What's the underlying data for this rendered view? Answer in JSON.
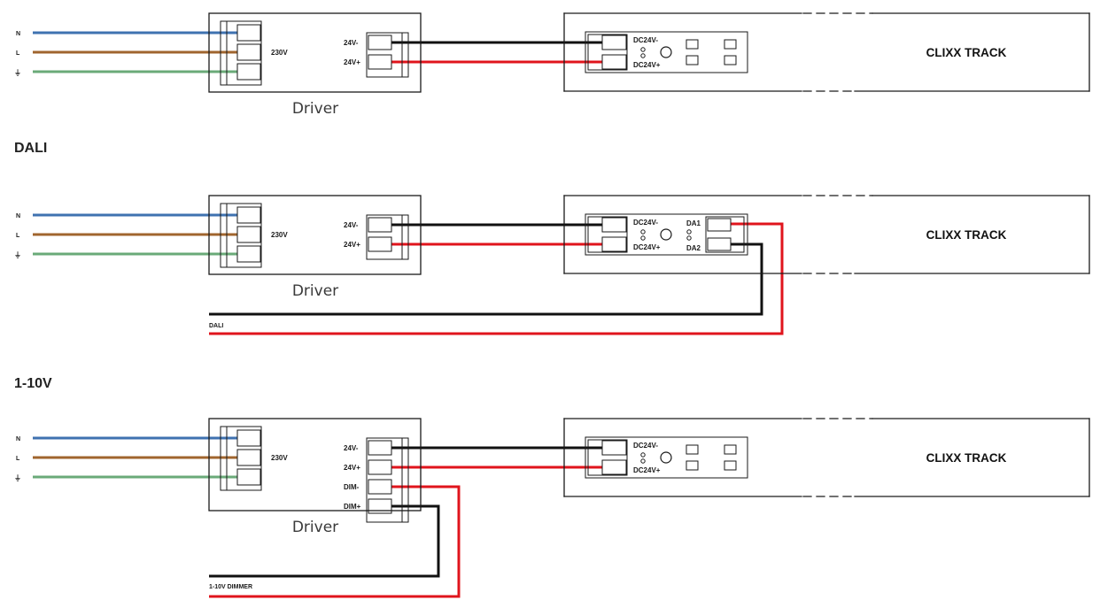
{
  "colors": {
    "neutral": "#3f72b0",
    "live": "#a0652e",
    "earth": "#6aaa78",
    "negative": "#111111",
    "positive": "#e0141c",
    "outline": "#1a1a1a"
  },
  "labels": {
    "neutral": "N",
    "live": "L",
    "earth": "⏚",
    "mains": "230V",
    "driver": "Driver",
    "out_neg": "24V-",
    "out_pos": "24V+",
    "track": "CLIXX TRACK",
    "dc_neg": "DC24V-",
    "dc_pos": "DC24V+",
    "da1": "DA1",
    "da2": "DA2",
    "dim_neg": "DIM-",
    "dim_pos": "DIM+"
  },
  "sections": [
    {
      "id": "basic",
      "heading": ""
    },
    {
      "id": "dali",
      "heading": "DALI",
      "bus_label": "DALI"
    },
    {
      "id": "dim",
      "heading": "1-10V",
      "bus_label": "1-10V DIMMER"
    }
  ]
}
